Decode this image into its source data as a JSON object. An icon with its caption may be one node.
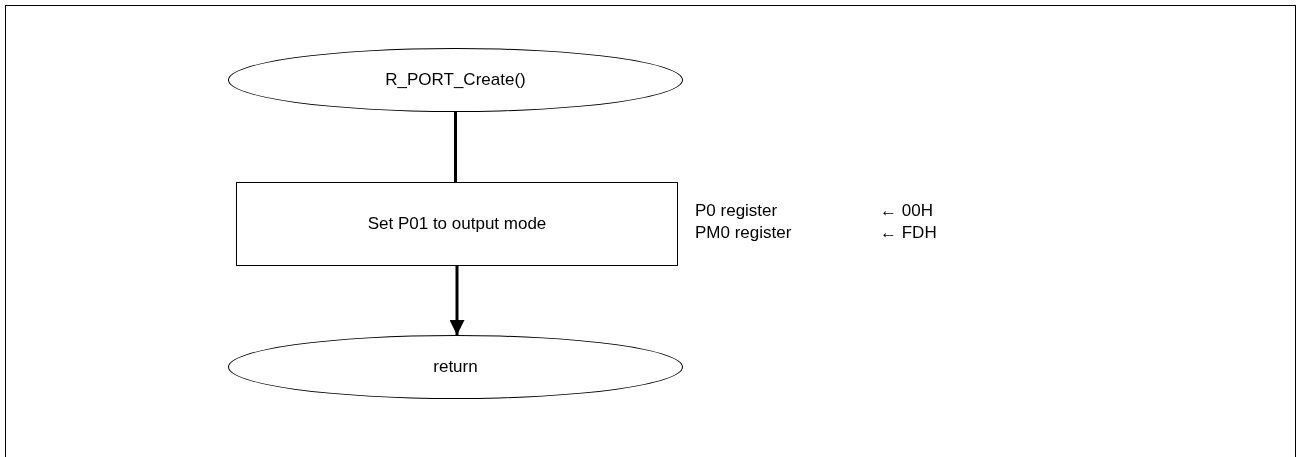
{
  "diagram": {
    "nodes": [
      {
        "text": [
          "R_PORT_Create()"
        ]
      },
      {
        "text": [
          "Set P01 to output mode"
        ],
        "beside": [
          "P0 register",
          "← 00H",
          "PM0 register",
          "← FDH"
        ]
      },
      {
        "text": [
          "return"
        ]
      }
    ],
    "edges": [
      {
        "from": 0,
        "to": 1,
        "arrow": "none"
      },
      {
        "from": 1,
        "to": 2,
        "arrow": "to"
      }
    ]
  }
}
